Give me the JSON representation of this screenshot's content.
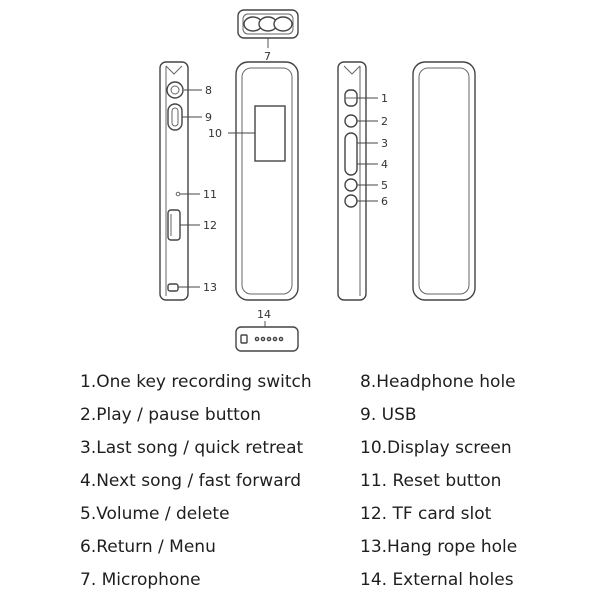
{
  "callouts": {
    "n7": "7",
    "n8": "8",
    "n9": "9",
    "n10": "10",
    "n11": "11",
    "n12": "12",
    "n13": "13",
    "n14": "14",
    "n1": "1",
    "n2": "2",
    "n3": "3",
    "n4": "4",
    "n5": "5",
    "n6": "6"
  },
  "legend": {
    "left": [
      "1.One key recording switch",
      "2.Play / pause button",
      "3.Last song / quick retreat",
      "4.Next song / fast forward",
      "5.Volume / delete",
      "6.Return / Menu",
      "7. Microphone"
    ],
    "right": [
      "8.Headphone hole",
      "9. USB",
      "10.Display screen",
      "11. Reset button",
      "12. TF card slot",
      "13.Hang rope hole",
      "14. External holes"
    ]
  }
}
